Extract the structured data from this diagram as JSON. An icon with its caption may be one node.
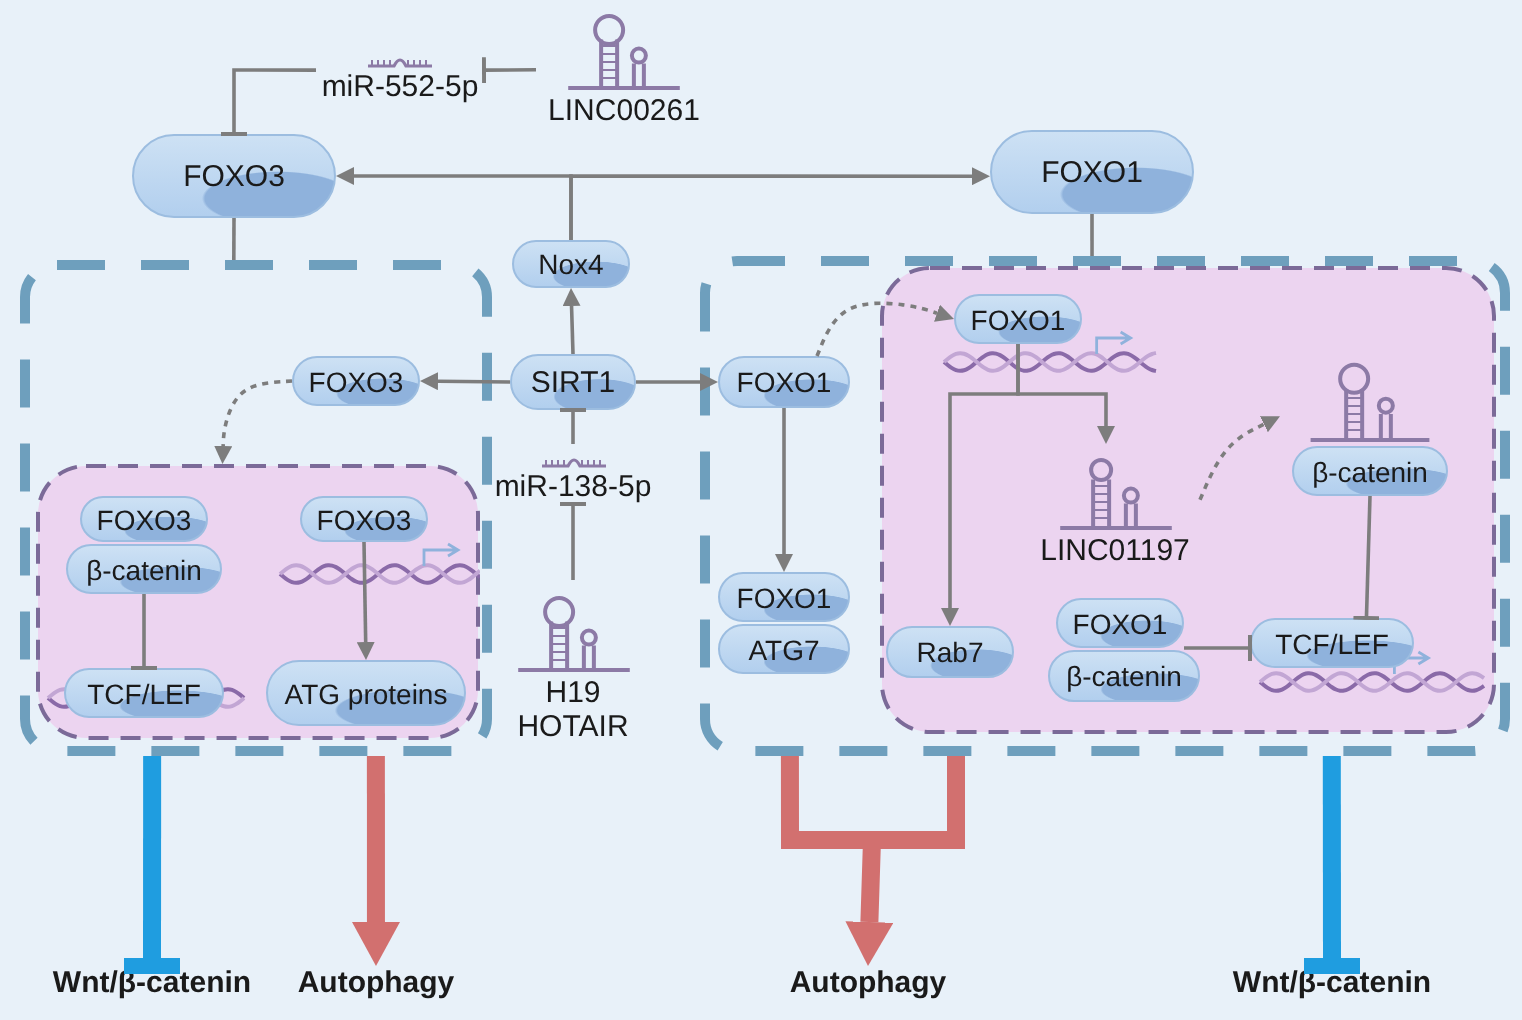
{
  "diagram": {
    "nodes": [
      {
        "text": [
          "miR-552-5p"
        ]
      },
      {
        "text": [
          "LINC00261"
        ]
      },
      {
        "text": [
          "FOXO3"
        ]
      },
      {
        "text": [
          "FOXO1"
        ]
      },
      {
        "text": [
          "Nox4"
        ]
      },
      {
        "text": [],
        "shape": "box"
      },
      {
        "text": [
          "FOXO3"
        ],
        "in": 5
      },
      {
        "text": [],
        "shape": "box",
        "in": 5
      },
      {
        "text": [
          "FOXO3"
        ],
        "in": 7
      },
      {
        "text": [
          "β-catenin"
        ],
        "in": 7
      },
      {
        "text": [
          "FOXO3"
        ],
        "in": 7
      },
      {
        "text": [
          "TCF/LEF"
        ],
        "in": 7
      },
      {
        "text": [
          "ATG proteins"
        ],
        "in": 7
      },
      {
        "text": [
          "SIRT1"
        ]
      },
      {
        "text": [
          "miR-138-5p"
        ]
      },
      {
        "text": [
          "H19 HOTAIR"
        ]
      },
      {
        "text": [],
        "shape": "box"
      },
      {
        "text": [
          "FOXO1"
        ],
        "in": 16
      },
      {
        "text": [
          "FOXO1"
        ],
        "in": 16
      },
      {
        "text": [
          "ATG7"
        ],
        "in": 16
      },
      {
        "text": [],
        "shape": "box",
        "in": 16
      },
      {
        "text": [
          "FOXO1"
        ],
        "in": 20
      },
      {
        "text": [
          "LINC01197"
        ],
        "in": 20
      },
      {
        "text": [
          "β-catenin"
        ],
        "in": 20
      },
      {
        "text": [
          "Rab7"
        ],
        "in": 20
      },
      {
        "text": [
          "FOXO1"
        ],
        "in": 20
      },
      {
        "text": [
          "β-catenin"
        ],
        "in": 20
      },
      {
        "text": [
          "TCF/LEF"
        ],
        "in": 20
      },
      {
        "text": [
          "Wnt/β-catenin"
        ]
      },
      {
        "text": [
          "Autophagy"
        ]
      },
      {
        "text": [
          "Autophagy"
        ]
      },
      {
        "text": [
          "Wnt/β-catenin"
        ]
      }
    ],
    "edges": [
      {
        "from": 1,
        "to": 0,
        "arrow": "other"
      },
      {
        "from": 0,
        "to": 2,
        "arrow": "other"
      },
      {
        "from": 4,
        "to": 2,
        "arrow": "to"
      },
      {
        "from": 4,
        "to": 3,
        "arrow": "to"
      },
      {
        "from": 2,
        "to": 5,
        "arrow": "none"
      },
      {
        "from": 3,
        "to": 16,
        "arrow": "none"
      },
      {
        "from": 13,
        "to": 4,
        "arrow": "to"
      },
      {
        "from": 13,
        "to": 6,
        "arrow": "to"
      },
      {
        "from": 13,
        "to": 17,
        "arrow": "to"
      },
      {
        "from": 14,
        "to": 13,
        "arrow": "other"
      },
      {
        "from": 15,
        "to": 14,
        "arrow": "other"
      },
      {
        "from": 6,
        "to": 7,
        "arrow": "to",
        "style": "dashed"
      },
      {
        "from": 9,
        "to": 11,
        "arrow": "other"
      },
      {
        "from": 10,
        "to": 12,
        "arrow": "to"
      },
      {
        "from": 17,
        "to": 21,
        "arrow": "to",
        "style": "dashed"
      },
      {
        "from": 17,
        "to": 18,
        "arrow": "to"
      },
      {
        "from": 21,
        "to": 24,
        "arrow": "to"
      },
      {
        "from": 21,
        "to": 22,
        "arrow": "to"
      },
      {
        "from": 22,
        "to": 23,
        "arrow": "to",
        "style": "dashed"
      },
      {
        "from": 23,
        "to": 27,
        "arrow": "other"
      },
      {
        "from": 25,
        "to": 27,
        "arrow": "other"
      },
      {
        "from": 5,
        "to": 28,
        "arrow": "other",
        "style": "thick",
        "color": "#1f9de0"
      },
      {
        "from": 5,
        "to": 29,
        "arrow": "to",
        "style": "thick",
        "color": "#d2706f"
      },
      {
        "from": 16,
        "to": 30,
        "arrow": "to",
        "style": "thick",
        "color": "#d2706f"
      },
      {
        "from": 16,
        "to": 31,
        "arrow": "other",
        "style": "thick",
        "color": "#1f9de0"
      }
    ]
  }
}
